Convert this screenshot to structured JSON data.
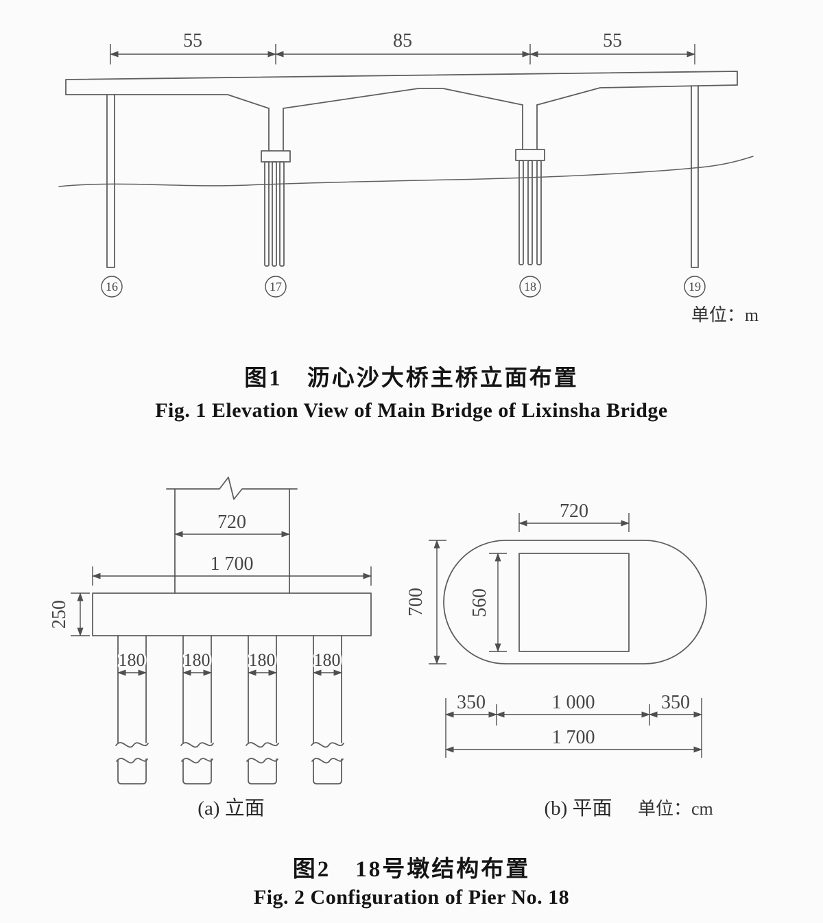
{
  "colors": {
    "background": "#fbfbfb",
    "line": "#5e5e5e",
    "dimension_text": "#454545",
    "caption_text": "#141414"
  },
  "fig1": {
    "spans": [
      "55",
      "85",
      "55"
    ],
    "piers": [
      "16",
      "17",
      "18",
      "19"
    ],
    "unit": "单位：m",
    "caption_zh": "图1　沥心沙大桥主桥立面布置",
    "caption_en": "Fig. 1  Elevation View of Main Bridge of Lixinsha Bridge"
  },
  "fig2": {
    "elevation": {
      "dim_pier_width": "720",
      "dim_cap_width": "1 700",
      "dim_cap_thickness": "250",
      "pile_dims": [
        "180",
        "180",
        "180",
        "180"
      ],
      "caption": "(a) 立面"
    },
    "plan": {
      "dim_pier_width": "720",
      "dim_cap_breadth": "700",
      "dim_pier_breadth": "560",
      "dim_left": "350",
      "dim_mid": "1 000",
      "dim_right": "350",
      "dim_total": "1 700",
      "caption": "(b) 平面",
      "unit": "单位：cm"
    },
    "caption_zh": "图2　18号墩结构布置",
    "caption_en": "Fig. 2  Configuration of Pier No. 18"
  }
}
